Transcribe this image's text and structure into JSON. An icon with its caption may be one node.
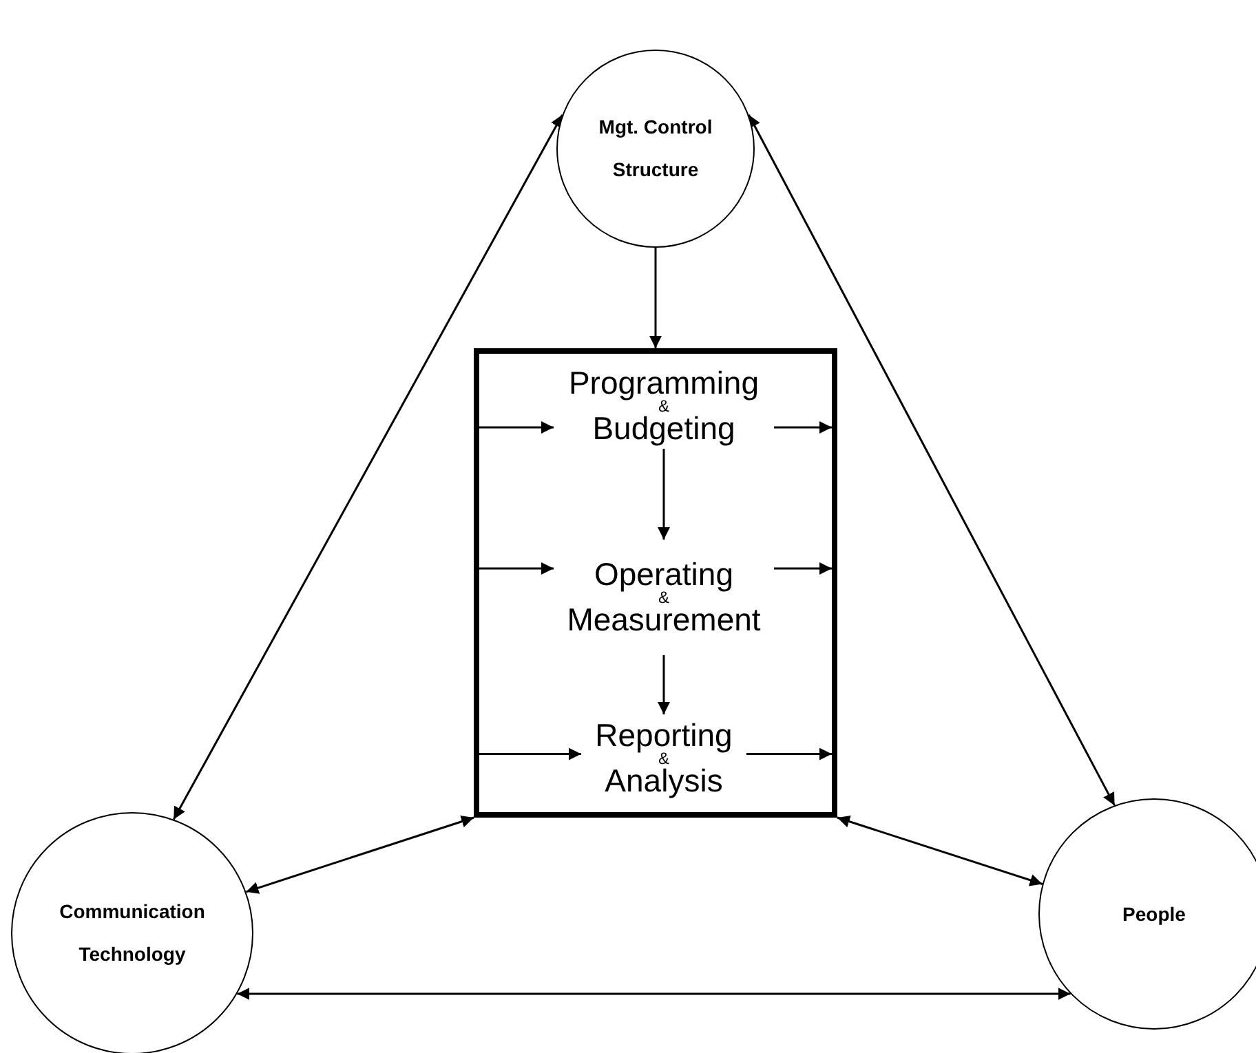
{
  "diagram": {
    "nodes": [
      {
        "text": [
          "Mgt. Control Structure"
        ]
      },
      {
        "text": [],
        "shape": "box"
      },
      {
        "text": [
          "Programming",
          "&",
          "Budgeting"
        ],
        "in": 1
      },
      {
        "text": [
          "Operating",
          "&",
          "Measurement"
        ],
        "in": 1
      },
      {
        "text": [
          "Reporting",
          "&",
          "Analysis"
        ],
        "in": 1
      },
      {
        "text": [
          "Communication Technology"
        ]
      },
      {
        "text": [
          "People"
        ]
      }
    ],
    "edges": [
      {
        "from": 0,
        "to": 1,
        "arrow": "to"
      },
      {
        "from": 2,
        "to": 3,
        "arrow": "to"
      },
      {
        "from": 3,
        "to": 4,
        "arrow": "to"
      },
      {
        "from": null,
        "to": 2,
        "arrow": "to"
      },
      {
        "from": 2,
        "to": null,
        "arrow": "to"
      },
      {
        "from": null,
        "to": 3,
        "arrow": "to"
      },
      {
        "from": 3,
        "to": null,
        "arrow": "to"
      },
      {
        "from": null,
        "to": 4,
        "arrow": "to"
      },
      {
        "from": 4,
        "to": null,
        "arrow": "to"
      },
      {
        "from": 0,
        "to": 5,
        "arrow": "both"
      },
      {
        "from": 0,
        "to": 6,
        "arrow": "both"
      },
      {
        "from": 5,
        "to": 1,
        "arrow": "both"
      },
      {
        "from": 1,
        "to": 6,
        "arrow": "both"
      },
      {
        "from": 5,
        "to": 6,
        "arrow": "both"
      }
    ]
  }
}
